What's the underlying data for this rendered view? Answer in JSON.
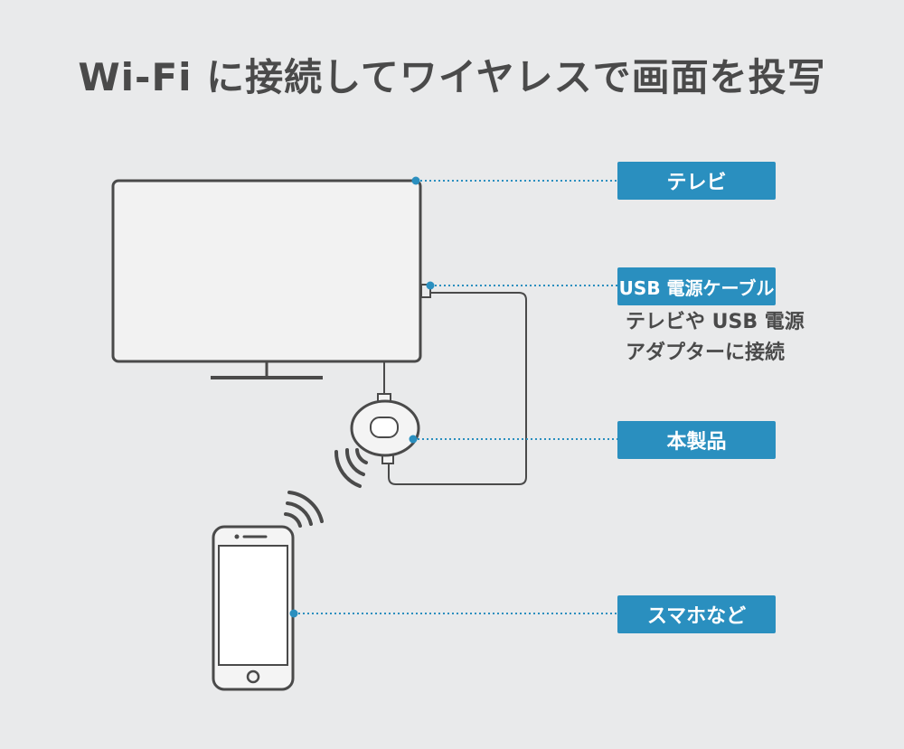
{
  "title": "Wi-Fi に接続してワイヤレスで画面を投写",
  "labels": {
    "tv": "テレビ",
    "usb_cable": "USB 電源ケーブル",
    "product": "本製品",
    "smartphone": "スマホなど"
  },
  "usb_note": {
    "line1": "テレビや USB 電源",
    "line2": "アダプターに接続"
  },
  "colors": {
    "accent": "#2a8fbf",
    "line": "#4a4a4a",
    "background": "#e9eaeb"
  }
}
